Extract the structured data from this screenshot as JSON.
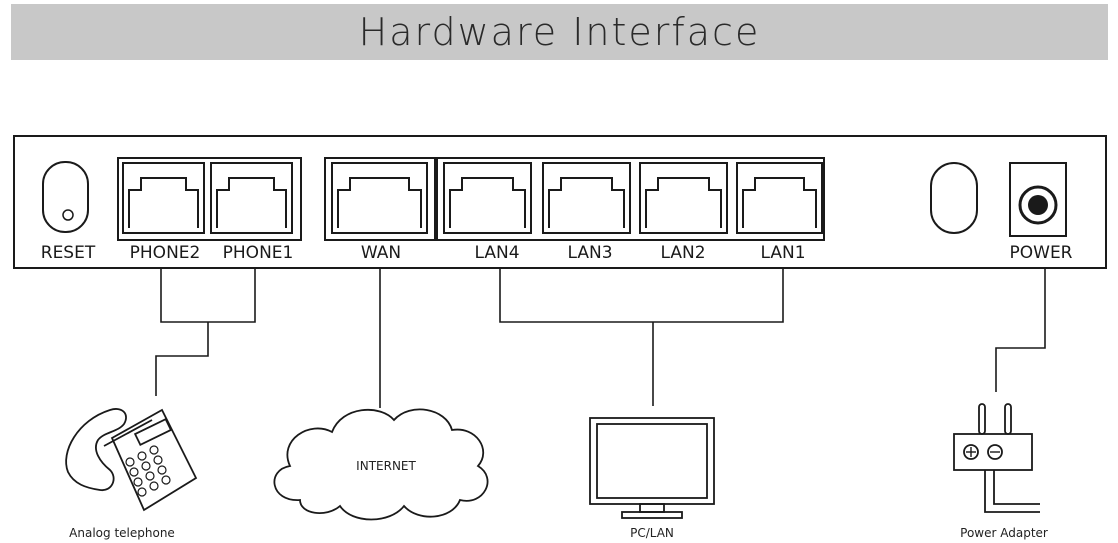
{
  "title": "Hardware Interface",
  "ports": {
    "reset": "RESET",
    "phone2": "PHONE2",
    "phone1": "PHONE1",
    "wan": "WAN",
    "lan4": "LAN4",
    "lan3": "LAN3",
    "lan2": "LAN2",
    "lan1": "LAN1",
    "power": "POWER"
  },
  "devices": {
    "telephone": "Analog telephone",
    "internet": "INTERNET",
    "pc": "PC/LAN",
    "adapter": "Power Adapter"
  }
}
